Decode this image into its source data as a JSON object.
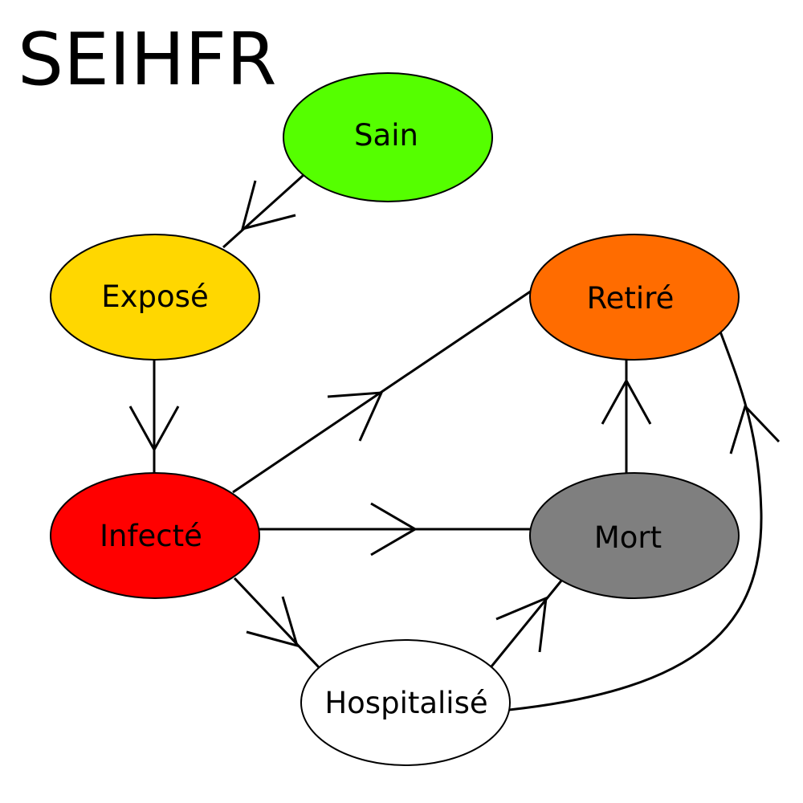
{
  "title": "SEIHFR",
  "nodes": {
    "sain": {
      "label": "Sain",
      "color": "#55ff00"
    },
    "expose": {
      "label": "Exposé",
      "color": "#ffd700"
    },
    "retire": {
      "label": "Retiré",
      "color": "#ff6c00"
    },
    "infecte": {
      "label": "Infecté",
      "color": "#ff0000"
    },
    "mort": {
      "label": "Mort",
      "color": "#7f7f7f"
    },
    "hospitalise": {
      "label": "Hospitalisé",
      "color": "#ffffff"
    }
  },
  "edges": [
    {
      "from": "Sain",
      "to": "Exposé"
    },
    {
      "from": "Exposé",
      "to": "Infecté"
    },
    {
      "from": "Infecté",
      "to": "Retiré"
    },
    {
      "from": "Infecté",
      "to": "Mort"
    },
    {
      "from": "Infecté",
      "to": "Hospitalisé"
    },
    {
      "from": "Mort",
      "to": "Retiré"
    },
    {
      "from": "Hospitalisé",
      "to": "Mort"
    },
    {
      "from": "Hospitalisé",
      "to": "Retiré"
    }
  ]
}
